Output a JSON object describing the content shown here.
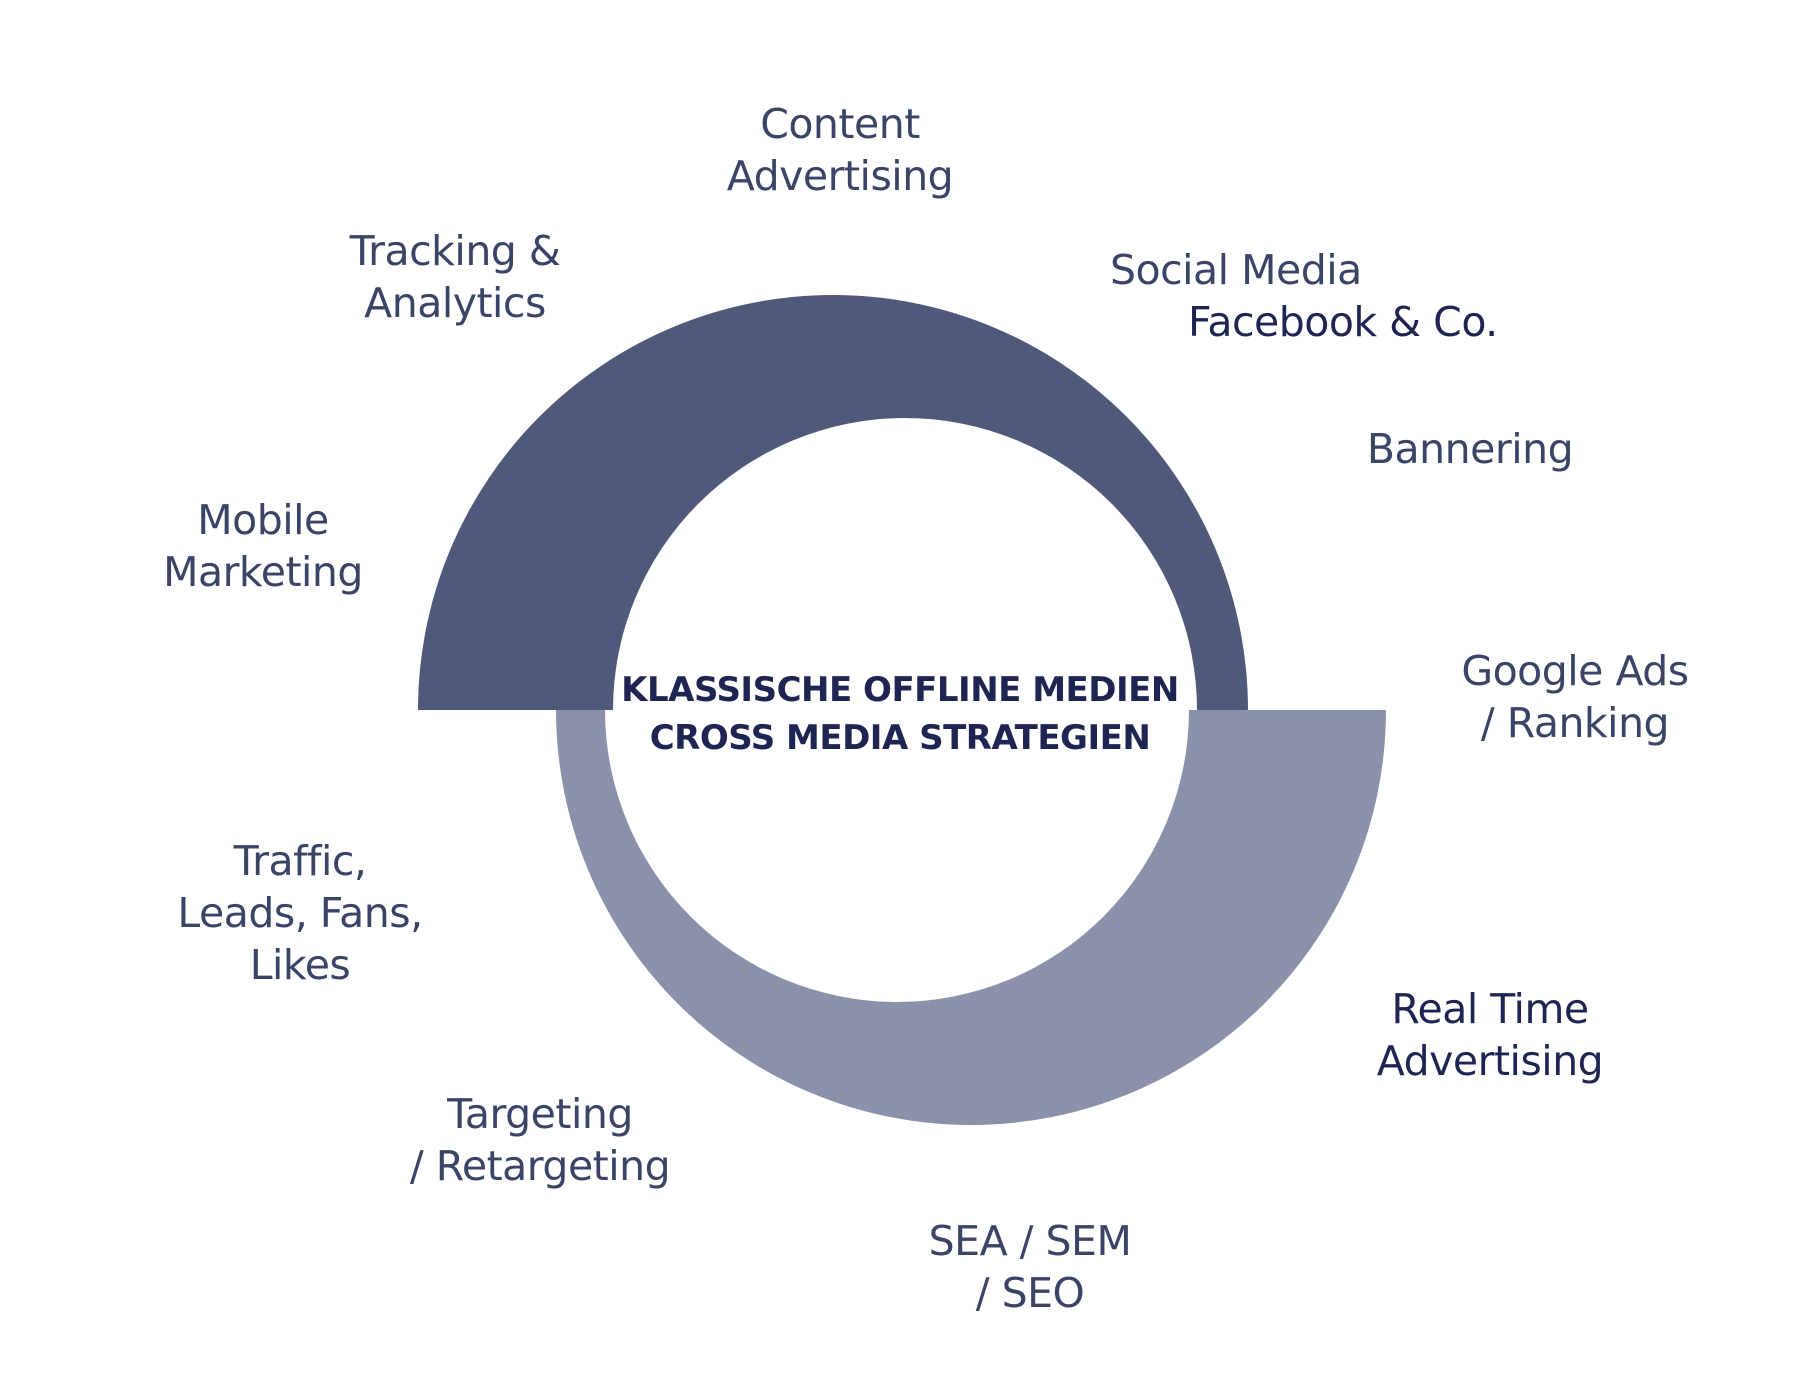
{
  "colors": {
    "upper_arc": "#4f5979",
    "lower_arc": "#8b91ab",
    "text": "#3a4466",
    "text_dark": "#1f2552",
    "background": "#ffffff"
  },
  "center": {
    "line1": "KLASSISCHE OFFLINE MEDIEN",
    "line2": "CROSS MEDIA STRATEGIEN"
  },
  "labels": {
    "content_advertising": {
      "line1": "Content",
      "line2": "Advertising"
    },
    "tracking_analytics": {
      "line1": "Tracking &",
      "line2": "Analytics"
    },
    "social_media": {
      "line1": "Social Media",
      "line2": "Facebook & Co."
    },
    "bannering": {
      "line1": "Bannering"
    },
    "mobile_marketing": {
      "line1": "Mobile",
      "line2": "Marketing"
    },
    "google_ads": {
      "line1": "Google Ads",
      "line2": "/ Ranking"
    },
    "traffic": {
      "line1": "Traffic,",
      "line2": "Leads, Fans,",
      "line3": "Likes"
    },
    "real_time_advertising": {
      "line1": "Real Time",
      "line2": "Advertising"
    },
    "targeting": {
      "line1": "Targeting",
      "line2": "/ Retargeting"
    },
    "sea_sem_seo": {
      "line1": "SEA / SEM",
      "line2": "/ SEO"
    }
  }
}
